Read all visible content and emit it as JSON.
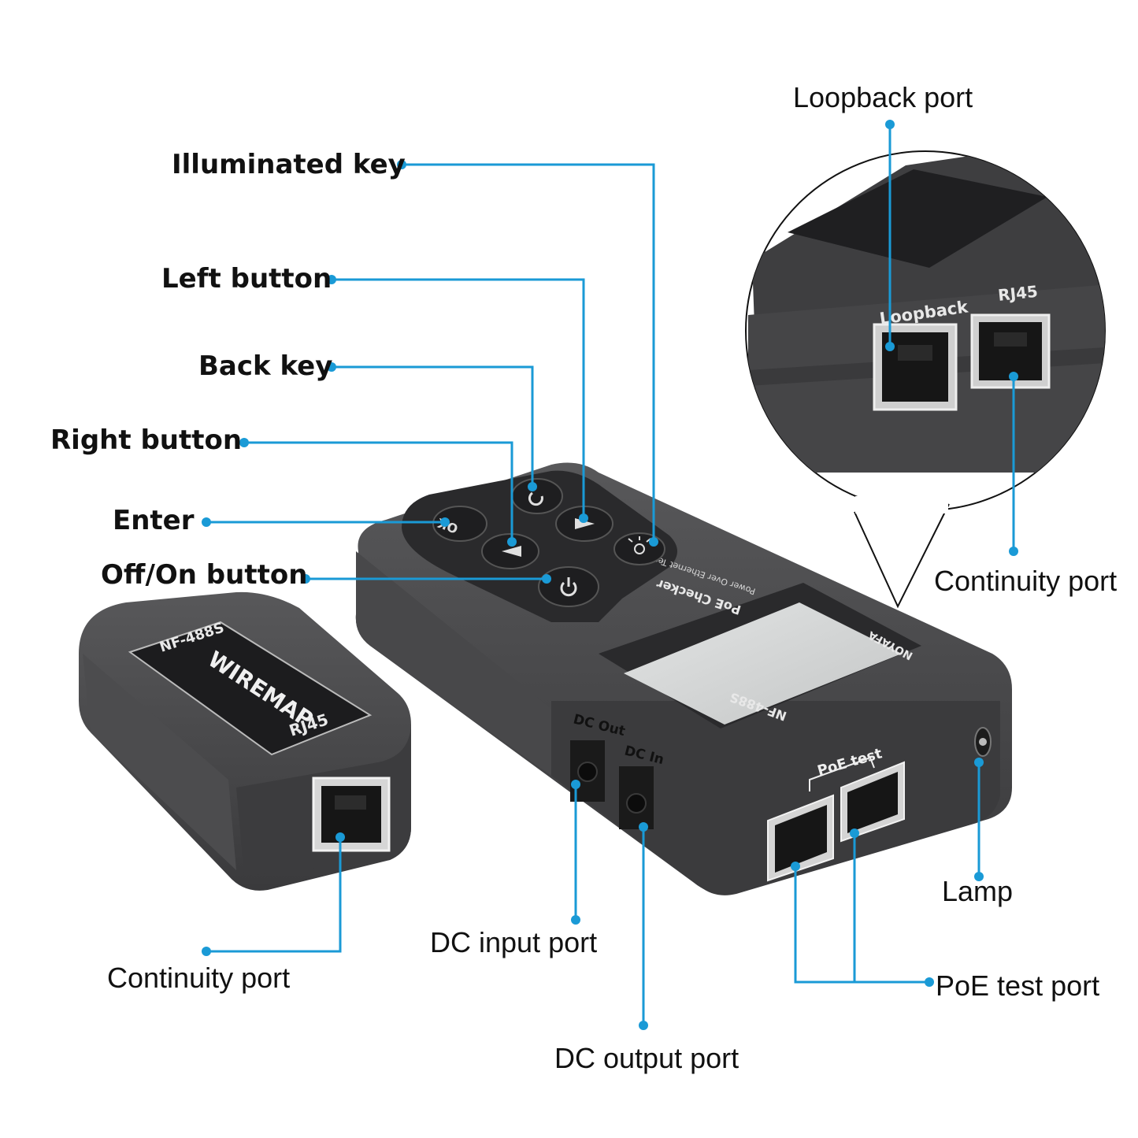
{
  "callouts": {
    "illuminated_key": "Illuminated key",
    "left_button": "Left button",
    "back_key": "Back key",
    "right_button": "Right button",
    "enter": "Enter",
    "off_on_button": "Off/On button",
    "loopback_port": "Loopback port",
    "continuity_port_inset": "Continuity port",
    "continuity_port_remote": "Continuity port",
    "dc_input_port": "DC input port",
    "dc_output_port": "DC output port",
    "lamp": "Lamp",
    "poe_test_port": "PoE test port"
  },
  "device_labels": {
    "remote_model": "NF-488S",
    "remote_title": "WIREMAP",
    "remote_port": "RJ45",
    "main_model": "NF-488S",
    "brand": "NOYAFA",
    "product_name": "PoE Checker",
    "product_sub": "Power Over Ethernet Tester",
    "dc_out": "DC Out",
    "dc_in": "DC In",
    "poe_test": "PoE test",
    "ok_key": "OK",
    "inset_loopback": "Loopback",
    "inset_rj45": "RJ45"
  },
  "colors": {
    "leader_line": "#1a9ad6",
    "device_body": "#4a4a4c",
    "device_dark": "#2f2f31",
    "screen": "#d4d6d6",
    "port_metal": "#d8d8d8"
  }
}
